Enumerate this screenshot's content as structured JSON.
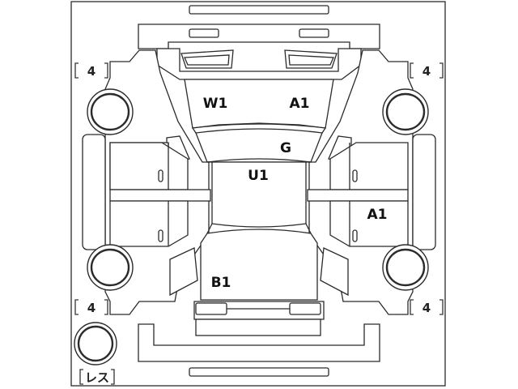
{
  "inspection_marks": {
    "windshield_left": "W1",
    "windshield_right": "A1",
    "front_right_fender": "G",
    "roof": "U1",
    "right_rear_door": "A1",
    "rear_glass": "B1"
  },
  "tire_tread": {
    "front_left": "4",
    "front_right": "4",
    "rear_left": "4",
    "rear_right": "4",
    "spare": "レス"
  },
  "colors": {
    "line": "#2b2b2b",
    "text": "#111111",
    "background": "#ffffff"
  }
}
